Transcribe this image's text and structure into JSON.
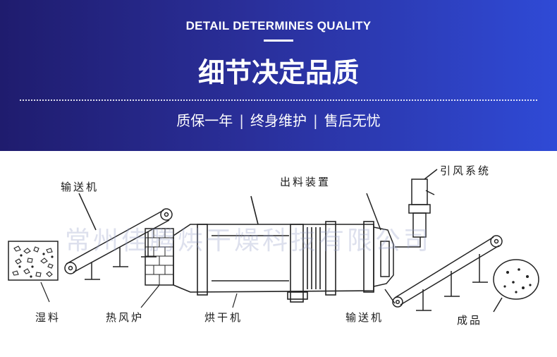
{
  "header": {
    "en_title": "DETAIL DETERMINES QUALITY",
    "cn_title": "细节决定品质",
    "slogan_items": [
      "质保一年",
      "终身维护",
      "售后无忧"
    ],
    "separator": "|"
  },
  "diagram": {
    "labels": {
      "conveyor_left": "输送机",
      "discharge_device": "出料装置",
      "induced_draft_system": "引风系统",
      "wet_material": "湿料",
      "hot_air_furnace": "热风炉",
      "dryer": "烘干机",
      "conveyor_right": "输送机",
      "finished_product": "成品"
    },
    "watermark": "常州佳腾烘干燥科技有限公司"
  }
}
